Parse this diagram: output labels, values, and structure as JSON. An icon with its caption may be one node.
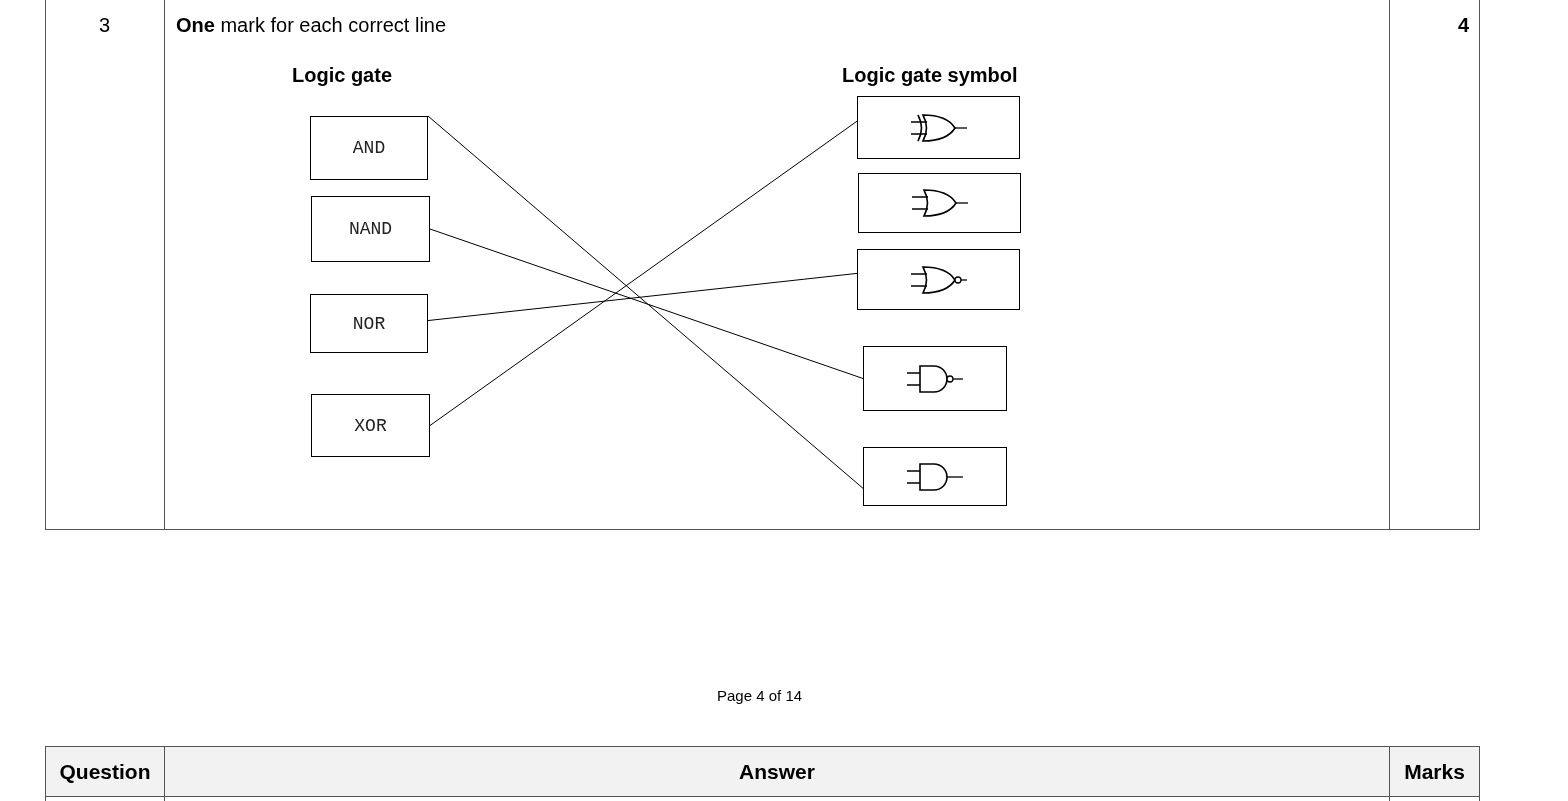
{
  "diagram": {
    "nodes": [
      {
        "text": [
          "AND"
        ]
      },
      {
        "text": [
          "NAND"
        ]
      },
      {
        "text": [
          "NOR"
        ]
      },
      {
        "text": [
          "XOR"
        ]
      },
      {
        "text": [],
        "shape": "box"
      },
      {
        "text": [],
        "shape": "box"
      },
      {
        "text": [],
        "shape": "box"
      },
      {
        "text": [],
        "shape": "box"
      },
      {
        "text": [],
        "shape": "box"
      }
    ],
    "edges": [
      {
        "from": 0,
        "to": 8,
        "arrow": "none"
      },
      {
        "from": 1,
        "to": 7,
        "arrow": "none"
      },
      {
        "from": 2,
        "to": 6,
        "arrow": "none"
      },
      {
        "from": 3,
        "to": 4,
        "arrow": "none"
      }
    ],
    "labels": [
      "3",
      "**One** mark for each correct line",
      "4",
      "Logic gate",
      "Logic gate symbol",
      "Page 4 of 14",
      "Question",
      "Answer",
      "Marks"
    ]
  }
}
